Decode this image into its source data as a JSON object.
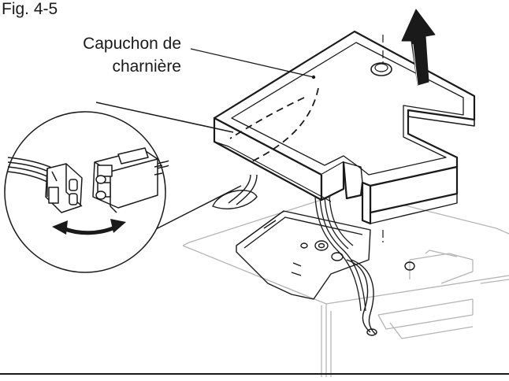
{
  "figure": {
    "label": "Fig. 4-5",
    "callout": {
      "line1": "Capuchon de",
      "line2": "charnière"
    }
  },
  "colors": {
    "ink": "#1a1a1a",
    "light_line": "#b5b5b5",
    "arrow": "#1a1a1a",
    "background": "#ffffff"
  },
  "icons": {
    "lift_arrow": "up-arrow-icon",
    "rotate_arrow": "double-arrow-icon"
  }
}
